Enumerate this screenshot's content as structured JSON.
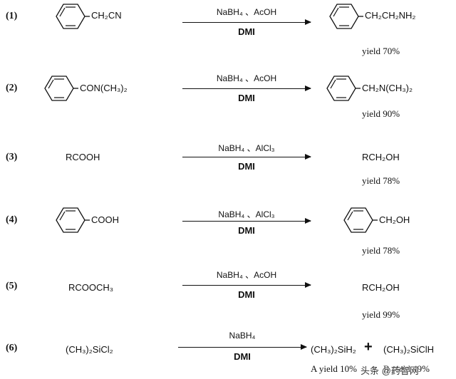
{
  "reactions": [
    {
      "label": "(1)",
      "substituent": "CH₂CN",
      "reagent": "NaBH₄ 、AcOH",
      "solvent": "DMI",
      "product_substituent": "CH₂CH₂NH₂",
      "yield": "yield 70%"
    },
    {
      "label": "(2)",
      "substituent": "CON(CH₃)₂",
      "reagent": "NaBH₄ 、AcOH",
      "solvent": "DMI",
      "product_substituent": "CH₂N(CH₃)₂",
      "yield": "yield 90%"
    },
    {
      "label": "(3)",
      "reactant": "RCOOH",
      "reagent": "NaBH₄ 、AlCl₃",
      "solvent": "DMI",
      "product": "RCH₂OH",
      "yield": "yield 78%"
    },
    {
      "label": "(4)",
      "substituent": "COOH",
      "reagent": "NaBH₄ 、AlCl₃",
      "solvent": "DMI",
      "product_substituent": "CH₂OH",
      "yield": "yield 78%"
    },
    {
      "label": "(5)",
      "reactant": "RCOOCH₃",
      "reagent": "NaBH₄ 、AcOH",
      "solvent": "DMI",
      "product": "RCH₂OH",
      "yield": "yield 99%"
    },
    {
      "label": "(6)",
      "reactant": "(CH₃)₂SiCl₂",
      "reagent": "NaBH₄",
      "solvent": "DMI",
      "product_a": "(CH₃)₂SiH₂",
      "plus": "+",
      "product_b": "(CH₃)₂SiClH",
      "yield_a": "A yield 10%",
      "yield_b": "B yield 49%"
    }
  ],
  "watermark": "头条 @药智网",
  "icons": {
    "benzene": "benzene-ring-icon",
    "arrow": "reaction-arrow-icon"
  }
}
